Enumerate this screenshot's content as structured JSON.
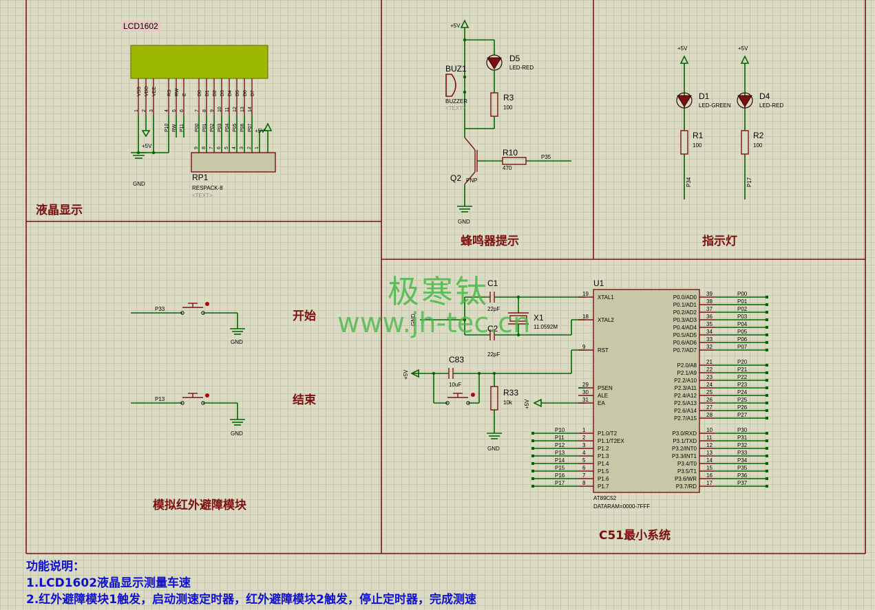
{
  "panels": {
    "lcd": "液晶显示",
    "buzzer": "蜂鸣器提示",
    "indicator": "指示灯",
    "ir_module": "模拟红外避障模块",
    "c51": "C51最小系统"
  },
  "buttons": {
    "start": "开始",
    "end": "结束"
  },
  "watermark": {
    "line1": "极寒钛",
    "line2": "www.jh-tec.cn"
  },
  "description": {
    "title": "功能说明：",
    "line1": "1.LCD1602液晶显示测量车速",
    "line2": "2.红外避障模块1触发，启动测速定时器，红外避障模块2触发，停止定时器，完成测速"
  },
  "lcd": {
    "tag": "LCD1602",
    "pins": [
      "VSS",
      "VDD",
      "VEE",
      "RS",
      "RW",
      "E",
      "D0",
      "D1",
      "D2",
      "D3",
      "D4",
      "D5",
      "D6",
      "D7"
    ],
    "pin_numbers": [
      "1",
      "2",
      "3",
      "4",
      "5",
      "6",
      "7",
      "8",
      "9",
      "10",
      "11",
      "12",
      "13",
      "14"
    ],
    "nets": [
      "P10",
      "RW",
      "P11",
      "P00",
      "P01",
      "P02",
      "P03",
      "P04",
      "P05",
      "P06",
      "P07"
    ]
  },
  "rp1": {
    "ref": "RP1",
    "value": "RESPACK-8",
    "text": "<TEXT>",
    "pins": [
      "9",
      "8",
      "7",
      "6",
      "5",
      "4",
      "3",
      "2",
      "1"
    ]
  },
  "power": {
    "vcc": "+5V",
    "gnd": "GND"
  },
  "buzzer_circuit": {
    "buz_ref": "BUZ1",
    "buz_value": "BUZZER",
    "buz_text": "<TEXT>",
    "d5_ref": "D5",
    "d5_value": "LED-RED",
    "r3_ref": "R3",
    "r3_value": "100",
    "r10_ref": "R10",
    "r10_value": "470",
    "r10_net": "P35",
    "q2_ref": "Q2",
    "q2_value": "PNP"
  },
  "indicator_circuit": {
    "d1_ref": "D1",
    "d1_value": "LED-GREEN",
    "d4_ref": "D4",
    "d4_value": "LED-RED",
    "r1_ref": "R1",
    "r1_value": "100",
    "r1_net": "P34",
    "r2_ref": "R2",
    "r2_value": "100",
    "r2_net": "P17"
  },
  "ir_circuit": {
    "sw1_net": "P33",
    "sw2_net": "P13"
  },
  "c51": {
    "u1_ref": "U1",
    "u1_value": "AT89C52",
    "u1_dataram": "DATARAM=0000-7FFF",
    "c1_ref": "C1",
    "c1_value": "22pF",
    "c2_ref": "C2",
    "c2_value": "22pF",
    "x1_ref": "X1",
    "x1_value": "11.0592M",
    "c83_ref": "C83",
    "c83_value": "10uF",
    "r33_ref": "R33",
    "r33_value": "10k",
    "left_pins": [
      {
        "num": "19",
        "name": "XTAL1"
      },
      {
        "num": "18",
        "name": "XTAL2"
      },
      {
        "num": "9",
        "name": "RST"
      },
      {
        "num": "29",
        "name": "PSEN"
      },
      {
        "num": "30",
        "name": "ALE"
      },
      {
        "num": "31",
        "name": "EA"
      },
      {
        "num": "1",
        "name": "P1.0/T2"
      },
      {
        "num": "2",
        "name": "P1.1/T2EX"
      },
      {
        "num": "3",
        "name": "P1.2"
      },
      {
        "num": "4",
        "name": "P1.3"
      },
      {
        "num": "5",
        "name": "P1.4"
      },
      {
        "num": "6",
        "name": "P1.5"
      },
      {
        "num": "7",
        "name": "P1.6"
      },
      {
        "num": "8",
        "name": "P1.7"
      }
    ],
    "p1_nets": [
      "P10",
      "P11",
      "P12",
      "P13",
      "P14",
      "P15",
      "P16",
      "P17"
    ],
    "right_pins": [
      {
        "num": "39",
        "name": "P0.0/AD0",
        "net": "P00"
      },
      {
        "num": "38",
        "name": "P0.1/AD1",
        "net": "P01"
      },
      {
        "num": "37",
        "name": "P0.2/AD2",
        "net": "P02"
      },
      {
        "num": "36",
        "name": "P0.3/AD3",
        "net": "P03"
      },
      {
        "num": "35",
        "name": "P0.4/AD4",
        "net": "P04"
      },
      {
        "num": "34",
        "name": "P0.5/AD5",
        "net": "P05"
      },
      {
        "num": "33",
        "name": "P0.6/AD6",
        "net": "P06"
      },
      {
        "num": "32",
        "name": "P0.7/AD7",
        "net": "P07"
      },
      {
        "num": "21",
        "name": "P2.0/A8",
        "net": "P20"
      },
      {
        "num": "22",
        "name": "P2.1/A9",
        "net": "P21"
      },
      {
        "num": "23",
        "name": "P2.2/A10",
        "net": "P22"
      },
      {
        "num": "24",
        "name": "P2.3/A11",
        "net": "P23"
      },
      {
        "num": "25",
        "name": "P2.4/A12",
        "net": "P24"
      },
      {
        "num": "26",
        "name": "P2.5/A13",
        "net": "P25"
      },
      {
        "num": "27",
        "name": "P2.6/A14",
        "net": "P26"
      },
      {
        "num": "28",
        "name": "P2.7/A15",
        "net": "P27"
      },
      {
        "num": "10",
        "name": "P3.0/RXD",
        "net": "P30"
      },
      {
        "num": "11",
        "name": "P3.1/TXD",
        "net": "P31"
      },
      {
        "num": "12",
        "name": "P3.2/INT0",
        "net": "P32"
      },
      {
        "num": "13",
        "name": "P3.3/INT1",
        "net": "P33"
      },
      {
        "num": "14",
        "name": "P3.4/T0",
        "net": "P34"
      },
      {
        "num": "15",
        "name": "P3.5/T1",
        "net": "P35"
      },
      {
        "num": "16",
        "name": "P3.6/WR",
        "net": "P36"
      },
      {
        "num": "17",
        "name": "P3.7/RD",
        "net": "P37"
      }
    ]
  }
}
